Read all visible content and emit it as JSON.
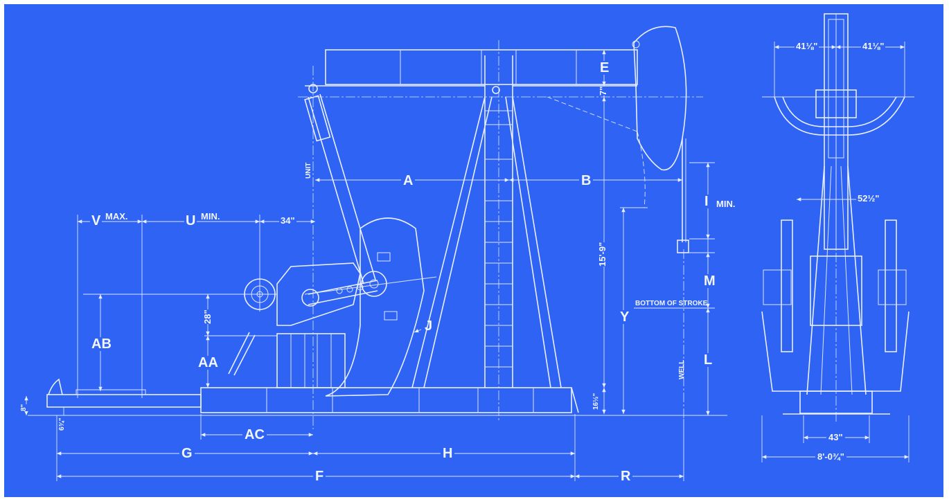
{
  "side_view": {
    "labels": {
      "A": "A",
      "B": "B",
      "E": "E",
      "I": "I",
      "I_min": "MIN.",
      "V": "V",
      "V_max": "MAX.",
      "U": "U",
      "U_min": "MIN.",
      "dim_34": "34\"",
      "AB": "AB",
      "AA": "AA",
      "AC": "AC",
      "G": "G",
      "H": "H",
      "F": "F",
      "R": "R",
      "J": "J",
      "M": "M",
      "L": "L",
      "Y": "Y",
      "bottom_of_stroke": "BOTTOM OF STROKE",
      "well": "WELL",
      "unit": "UNIT",
      "dim_7": "7\"",
      "dim_15_9": "15'-9\"",
      "dim_28": "28\"",
      "dim_16": "16½\"",
      "dim_8": "8\"",
      "dim_6": "6¾\""
    }
  },
  "front_view": {
    "labels": {
      "left_width": "41⅛\"",
      "right_width": "41⅛\"",
      "dim_52": "52½\"",
      "dim_43": "43\"",
      "overall": "8'-0¾\""
    }
  }
}
